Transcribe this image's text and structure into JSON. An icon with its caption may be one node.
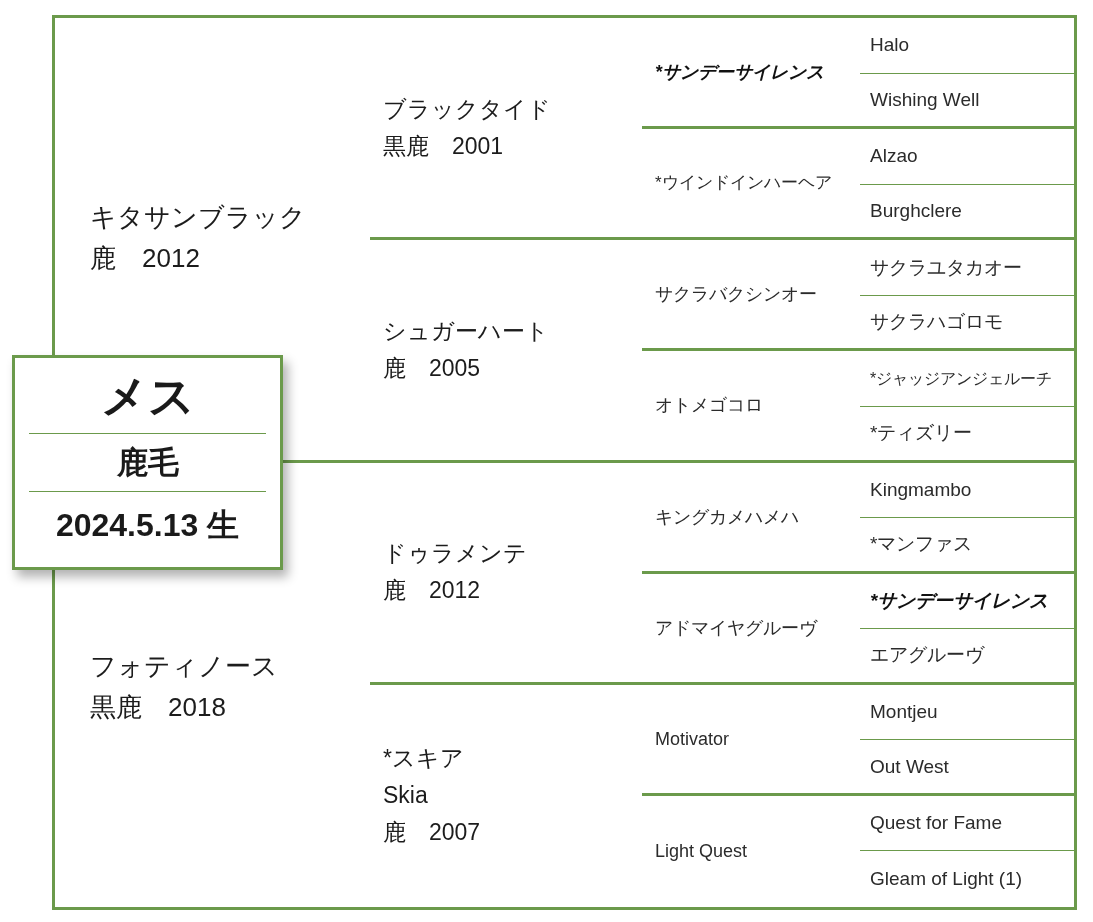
{
  "diagram": {
    "nodes": [
      {
        "text": [],
        "shape": "box"
      },
      {
        "text": [
          "メス",
          "鹿毛",
          "2024.5.13 生"
        ]
      },
      {
        "text": [
          "キタサンブラック",
          "鹿　2012"
        ],
        "in": 0
      },
      {
        "text": [
          "フォティノース",
          "黒鹿　2018"
        ],
        "in": 0
      },
      {
        "text": [
          "ブラックタイド",
          "黒鹿　2001"
        ],
        "in": 0
      },
      {
        "text": [
          "シュガーハート",
          "鹿　2005"
        ],
        "in": 0
      },
      {
        "text": [
          "ドゥラメンテ",
          "鹿　2012"
        ],
        "in": 0
      },
      {
        "text": [
          "*スキア",
          "Skia",
          "鹿　2007"
        ],
        "in": 0
      },
      {
        "text": [
          "*サンデーサイレンス"
        ],
        "in": 0
      },
      {
        "text": [
          "*ウインドインハーヘア"
        ],
        "in": 0
      },
      {
        "text": [
          "サクラバクシンオー"
        ],
        "in": 0
      },
      {
        "text": [
          "オトメゴコロ"
        ],
        "in": 0
      },
      {
        "text": [
          "キングカメハメハ"
        ],
        "in": 0
      },
      {
        "text": [
          "アドマイヤグルーヴ"
        ],
        "in": 0
      },
      {
        "text": [
          "Motivator"
        ],
        "in": 0
      },
      {
        "text": [
          "Light Quest"
        ],
        "in": 0
      },
      {
        "text": [
          "Halo"
        ],
        "in": 0
      },
      {
        "text": [
          "Wishing Well"
        ],
        "in": 0
      },
      {
        "text": [
          "Alzao"
        ],
        "in": 0
      },
      {
        "text": [
          "Burghclere"
        ],
        "in": 0
      },
      {
        "text": [
          "サクラユタカオー"
        ],
        "in": 0
      },
      {
        "text": [
          "サクラハゴロモ"
        ],
        "in": 0
      },
      {
        "text": [
          "*ジャッジアンジェルーチ"
        ],
        "in": 0
      },
      {
        "text": [
          "*ティズリー"
        ],
        "in": 0
      },
      {
        "text": [
          "Kingmambo"
        ],
        "in": 0
      },
      {
        "text": [
          "*マンファス"
        ],
        "in": 0
      },
      {
        "text": [
          "*サンデーサイレンス"
        ],
        "in": 0
      },
      {
        "text": [
          "エアグルーヴ"
        ],
        "in": 0
      },
      {
        "text": [
          "Montjeu"
        ],
        "in": 0
      },
      {
        "text": [
          "Out West"
        ],
        "in": 0
      },
      {
        "text": [
          "Quest for Fame"
        ],
        "in": 0
      },
      {
        "text": [
          "Gleam of Light (1)"
        ],
        "in": 0
      }
    ]
  }
}
